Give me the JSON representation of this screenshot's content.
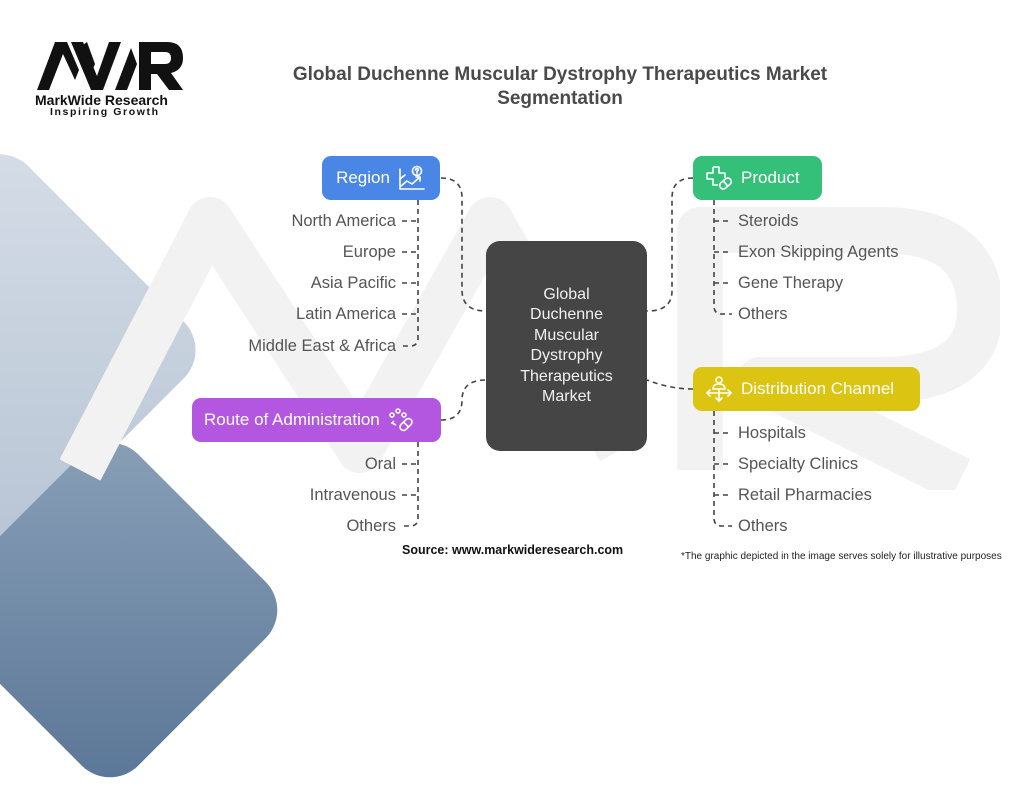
{
  "brand": {
    "logo_text": "MWR",
    "name": "MarkWide Research",
    "tagline": "Inspiring Growth"
  },
  "title": {
    "line1": "Global Duchenne Muscular Dystrophy Therapeutics Market",
    "line2": "Segmentation"
  },
  "center": {
    "lines": [
      "Global",
      "Duchenne",
      "Muscular",
      "Dystrophy",
      "Therapeutics",
      "Market"
    ]
  },
  "segments": {
    "region": {
      "label": "Region",
      "icon": "chart-question-icon",
      "color": "#4a86e6",
      "items": [
        "North America",
        "Europe",
        "Asia Pacific",
        "Latin America",
        "Middle East & Africa"
      ]
    },
    "product": {
      "label": "Product",
      "icon": "medical-cross-pill-icon",
      "color": "#35c07a",
      "items": [
        "Steroids",
        "Exon Skipping Agents",
        "Gene Therapy",
        "Others"
      ]
    },
    "route": {
      "label": "Route of Administration",
      "icon": "pills-icon",
      "color": "#b357e0",
      "items": [
        "Oral",
        "Intravenous",
        "Others"
      ]
    },
    "distribution": {
      "label": "Distribution Channel",
      "icon": "person-arrows-icon",
      "color": "#dcc413",
      "items": [
        "Hospitals",
        "Specialty Clinics",
        "Retail Pharmacies",
        "Others"
      ]
    }
  },
  "footer": {
    "source": "Source: www.markwideresearch.com",
    "note": "*The graphic depicted in the image serves solely for illustrative purposes"
  }
}
